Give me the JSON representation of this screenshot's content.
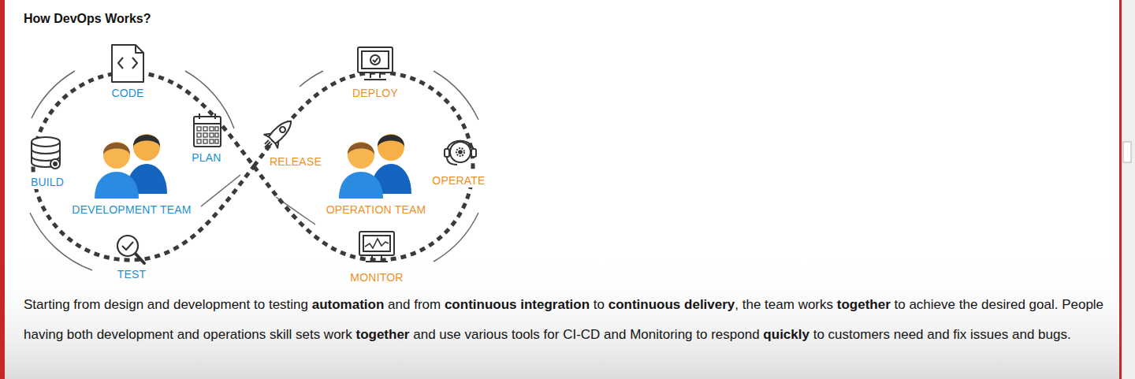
{
  "diagram": {
    "title": "How DevOps Works?",
    "labels": [
      "CODE",
      "PLAN",
      "BUILD",
      "DEVELOPMENT TEAM",
      "TEST",
      "RELEASE",
      "DEPLOY",
      "OPERATE",
      "OPERATION TEAM",
      "MONITOR",
      "Starting from design and development to testing",
      "automation",
      "and from",
      "continuous integration",
      "to",
      "continuous delivery",
      ", the team works",
      "together",
      "to achieve the desired goal. People having both development and operations skill sets work",
      "together",
      "and use various tools for CI-CD and Monitoring to respond",
      "quickly",
      "to customers need and fix issues and bugs."
    ]
  }
}
